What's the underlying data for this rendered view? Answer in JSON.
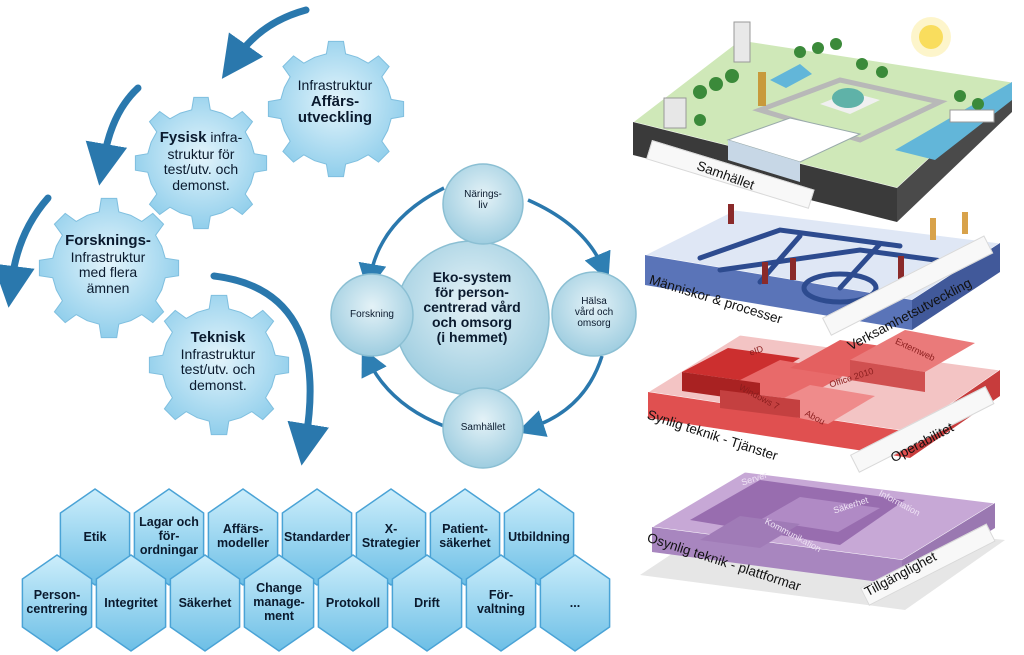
{
  "gears": {
    "g1": {
      "line1": "Infrastruktur",
      "bold": "Affärs-\nutveckling"
    },
    "g2": {
      "bold": "Fysisk",
      "rest": "infra-\nstruktur för\ntest/utv. och\ndemonst."
    },
    "g3": {
      "bold": "Forsknings-",
      "rest": "Infrastruktur\nmed flera\nämnen"
    },
    "g4": {
      "bold": "Teknisk",
      "rest": "Infrastruktur\ntest/utv. och\ndemonst."
    }
  },
  "ecosystem": {
    "center": "Eko-system\nför person-\ncentrerad vård\noch omsorg\n(i hemmet)",
    "top": "Närings-\nliv",
    "left": "Forskning",
    "right": "Hälsa\nvård och\nomsorg",
    "bottom": "Samhället"
  },
  "hexes": {
    "row1": [
      "Etik",
      "Lagar och\nför-\nordningar",
      "Affärs-\nmodeller",
      "Standarder",
      "X-\nStrategier",
      "Patient-\nsäkerhet",
      "Utbildning"
    ],
    "row2": [
      "Person-\ncentrering",
      "Integritet",
      "Säkerhet",
      "Change\nmanage-\nment",
      "Protokoll",
      "Drift",
      "För-\nvaltning",
      "..."
    ]
  },
  "layers": {
    "l1_left": "Samhället",
    "l2_left": "Människor & processer",
    "l2_right": "Verksamhetsutveckling",
    "l3_tiles": [
      "eID",
      "Externweb",
      "Windows 7",
      "Office 2010",
      "Abou"
    ],
    "l3_left": "Synlig teknik - Tjänster",
    "l3_right": "Operabilitet",
    "l4_tiles": [
      "Server",
      "Information",
      "Säkerhet",
      "Kommunikation"
    ],
    "l4_left": "Osynlig teknik - plattformar",
    "l4_right": "Tillgänglighet"
  },
  "colors": {
    "gear": "#a9dbf2",
    "circle": "#bfe3ef",
    "hex": "#8fd0ef",
    "arrow": "#2e7fb3",
    "layer_blue": "#5573b5",
    "layer_red": "#e14b4b",
    "layer_purple": "#8c5fa3"
  }
}
